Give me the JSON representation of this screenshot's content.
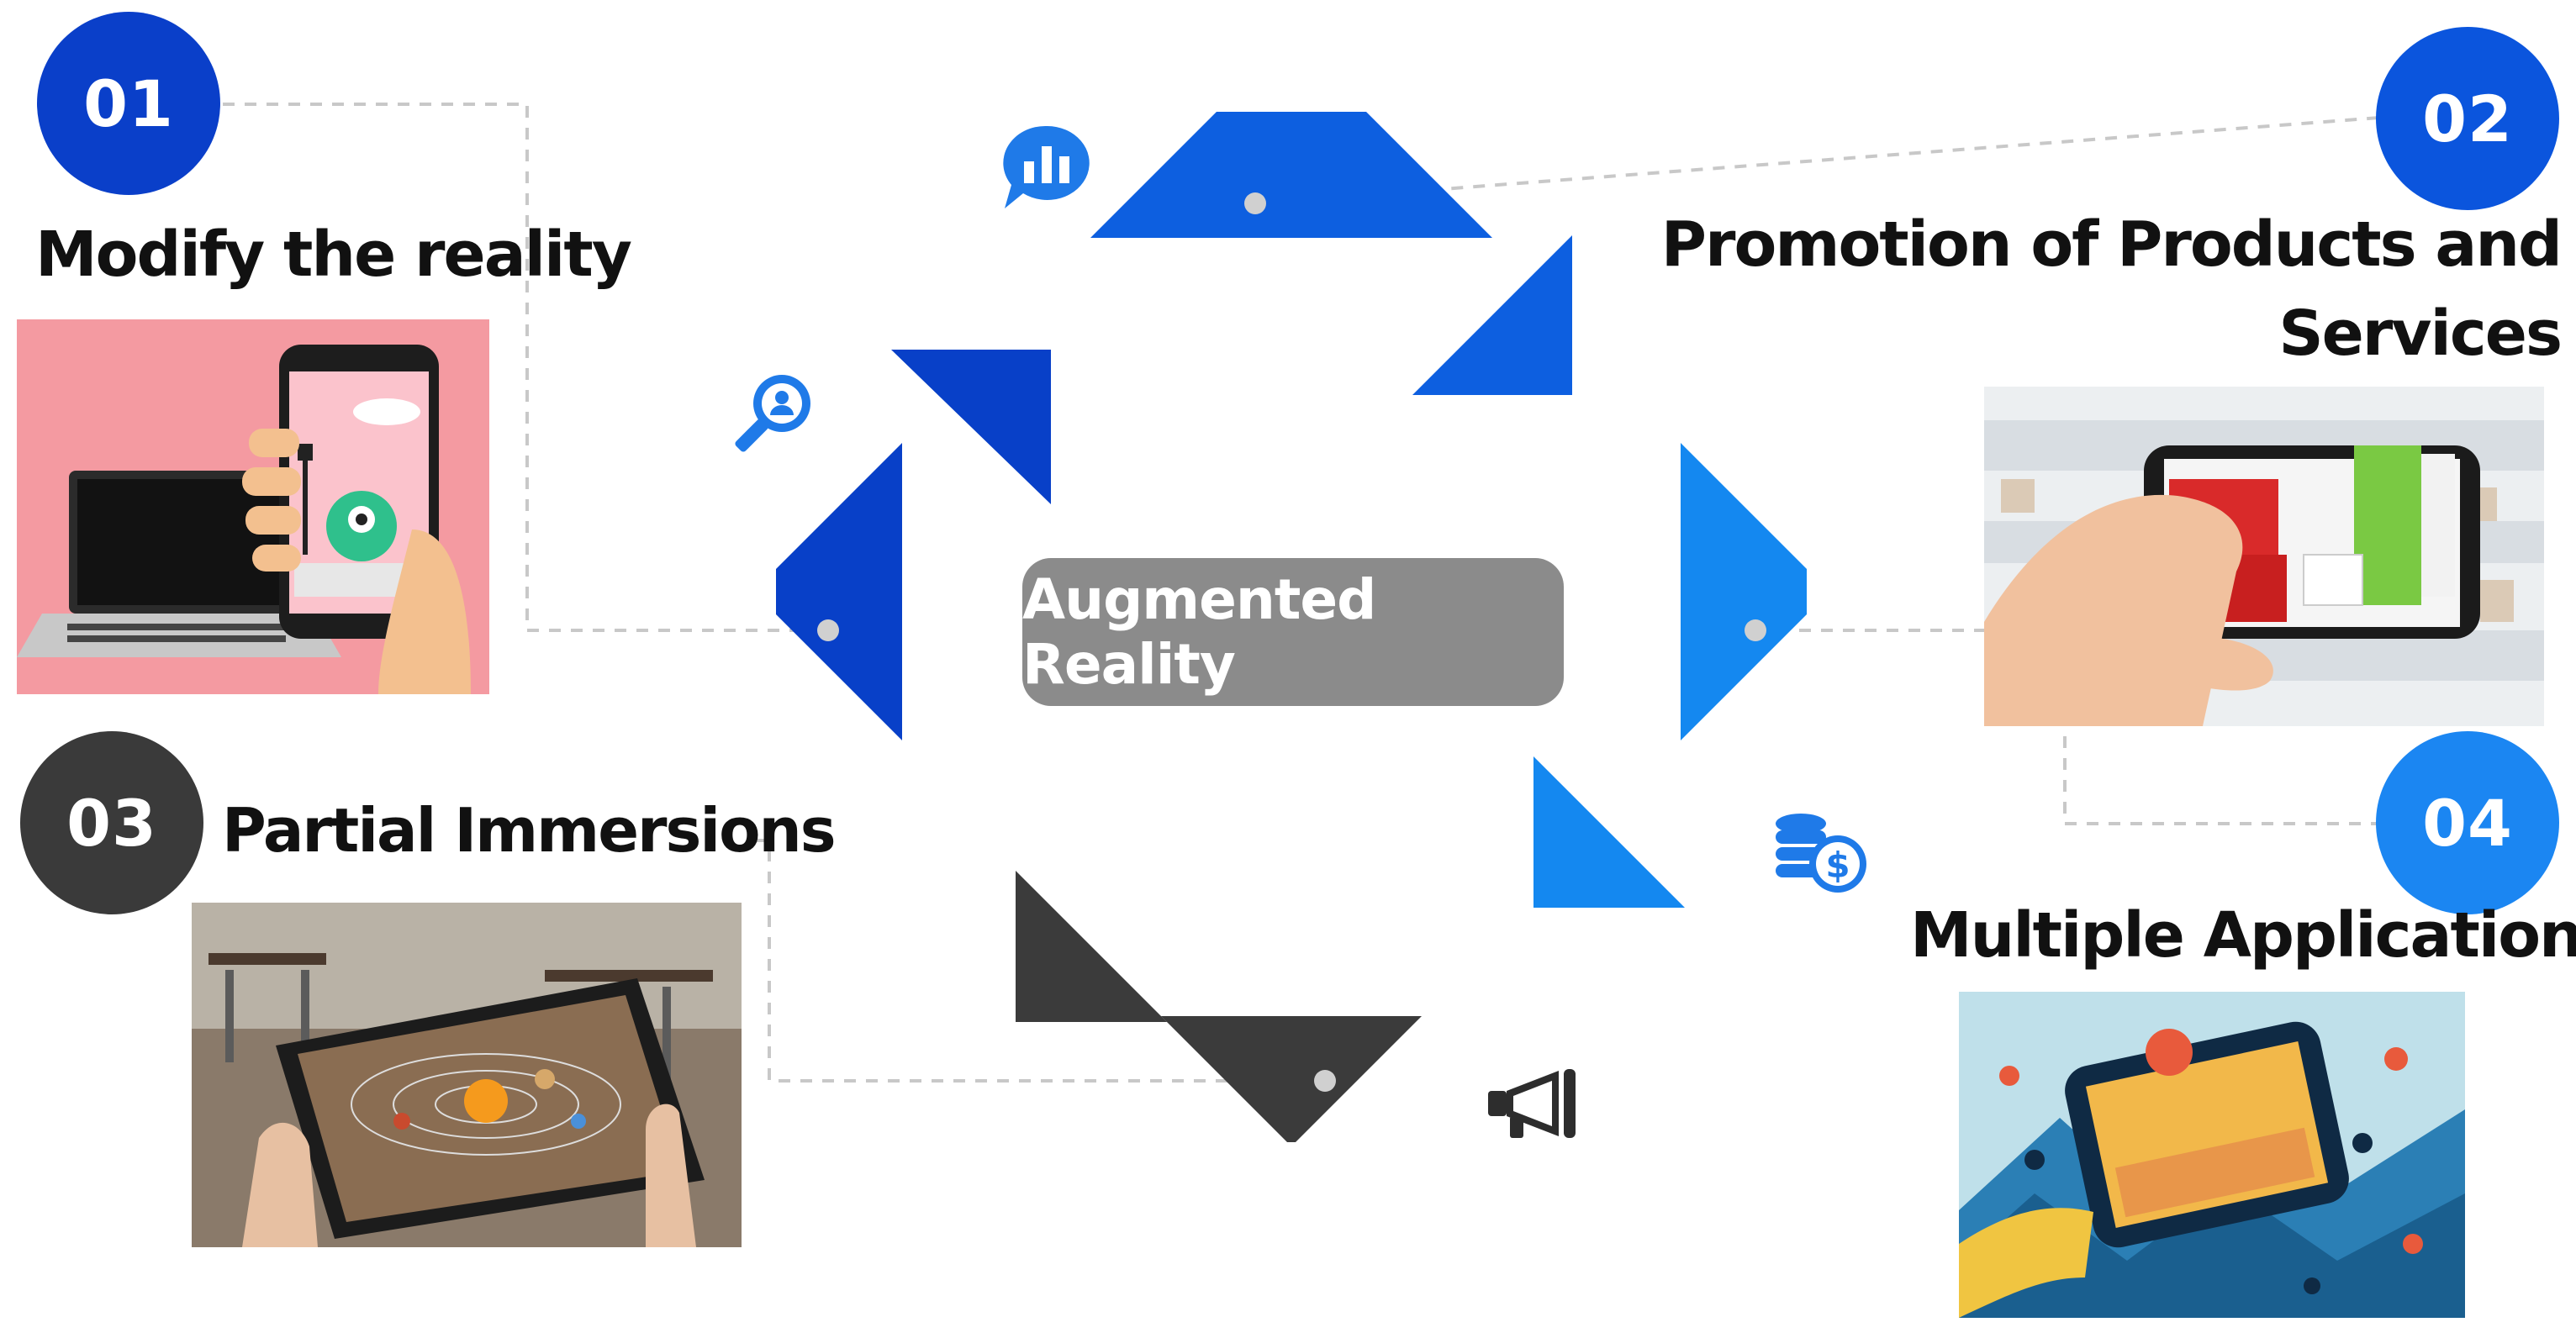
{
  "center": {
    "label": "Augmented Reality"
  },
  "items": [
    {
      "number": "01",
      "title": "Modify the reality",
      "color": "#0a3fc9"
    },
    {
      "number": "02",
      "title_line1": "Promotion of Products and",
      "title_line2": "Services",
      "color": "#0b55dd"
    },
    {
      "number": "03",
      "title": "Partial Immersions",
      "color": "#3a3a3a"
    },
    {
      "number": "04",
      "title": "Multiple Application",
      "color": "#1b86f2"
    }
  ],
  "icons": [
    "chart-bubble-icon",
    "user-search-icon",
    "coins-dollar-icon",
    "megaphone-icon"
  ],
  "arrow_colors": {
    "top": "#0d5fe0",
    "right": "#1488f0",
    "bottom": "#3b3b3b",
    "left": "#0840c8"
  }
}
